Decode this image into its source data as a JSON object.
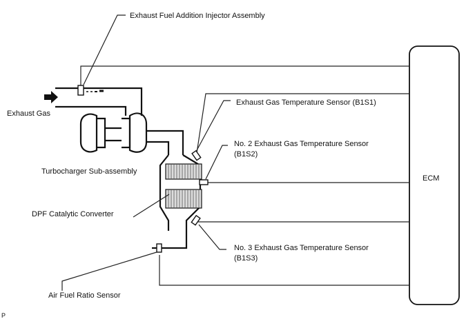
{
  "labels": {
    "injector": "Exhaust Fuel Addition Injector Assembly",
    "exhaust_gas": "Exhaust Gas",
    "egts_b1s1": "Exhaust Gas Temperature Sensor (B1S1)",
    "egts_b1s2_line1": "No. 2 Exhaust Gas Temperature Sensor",
    "egts_b1s2_line2": "(B1S2)",
    "turbo": "Turbocharger Sub-assembly",
    "dpf": "DPF Catalytic Converter",
    "egts_b1s3_line1": "No. 3 Exhaust Gas Temperature Sensor",
    "egts_b1s3_line2": "(B1S3)",
    "af_sensor": "Air Fuel Ratio Sensor",
    "ecm": "ECM",
    "corner_mark": "P"
  }
}
